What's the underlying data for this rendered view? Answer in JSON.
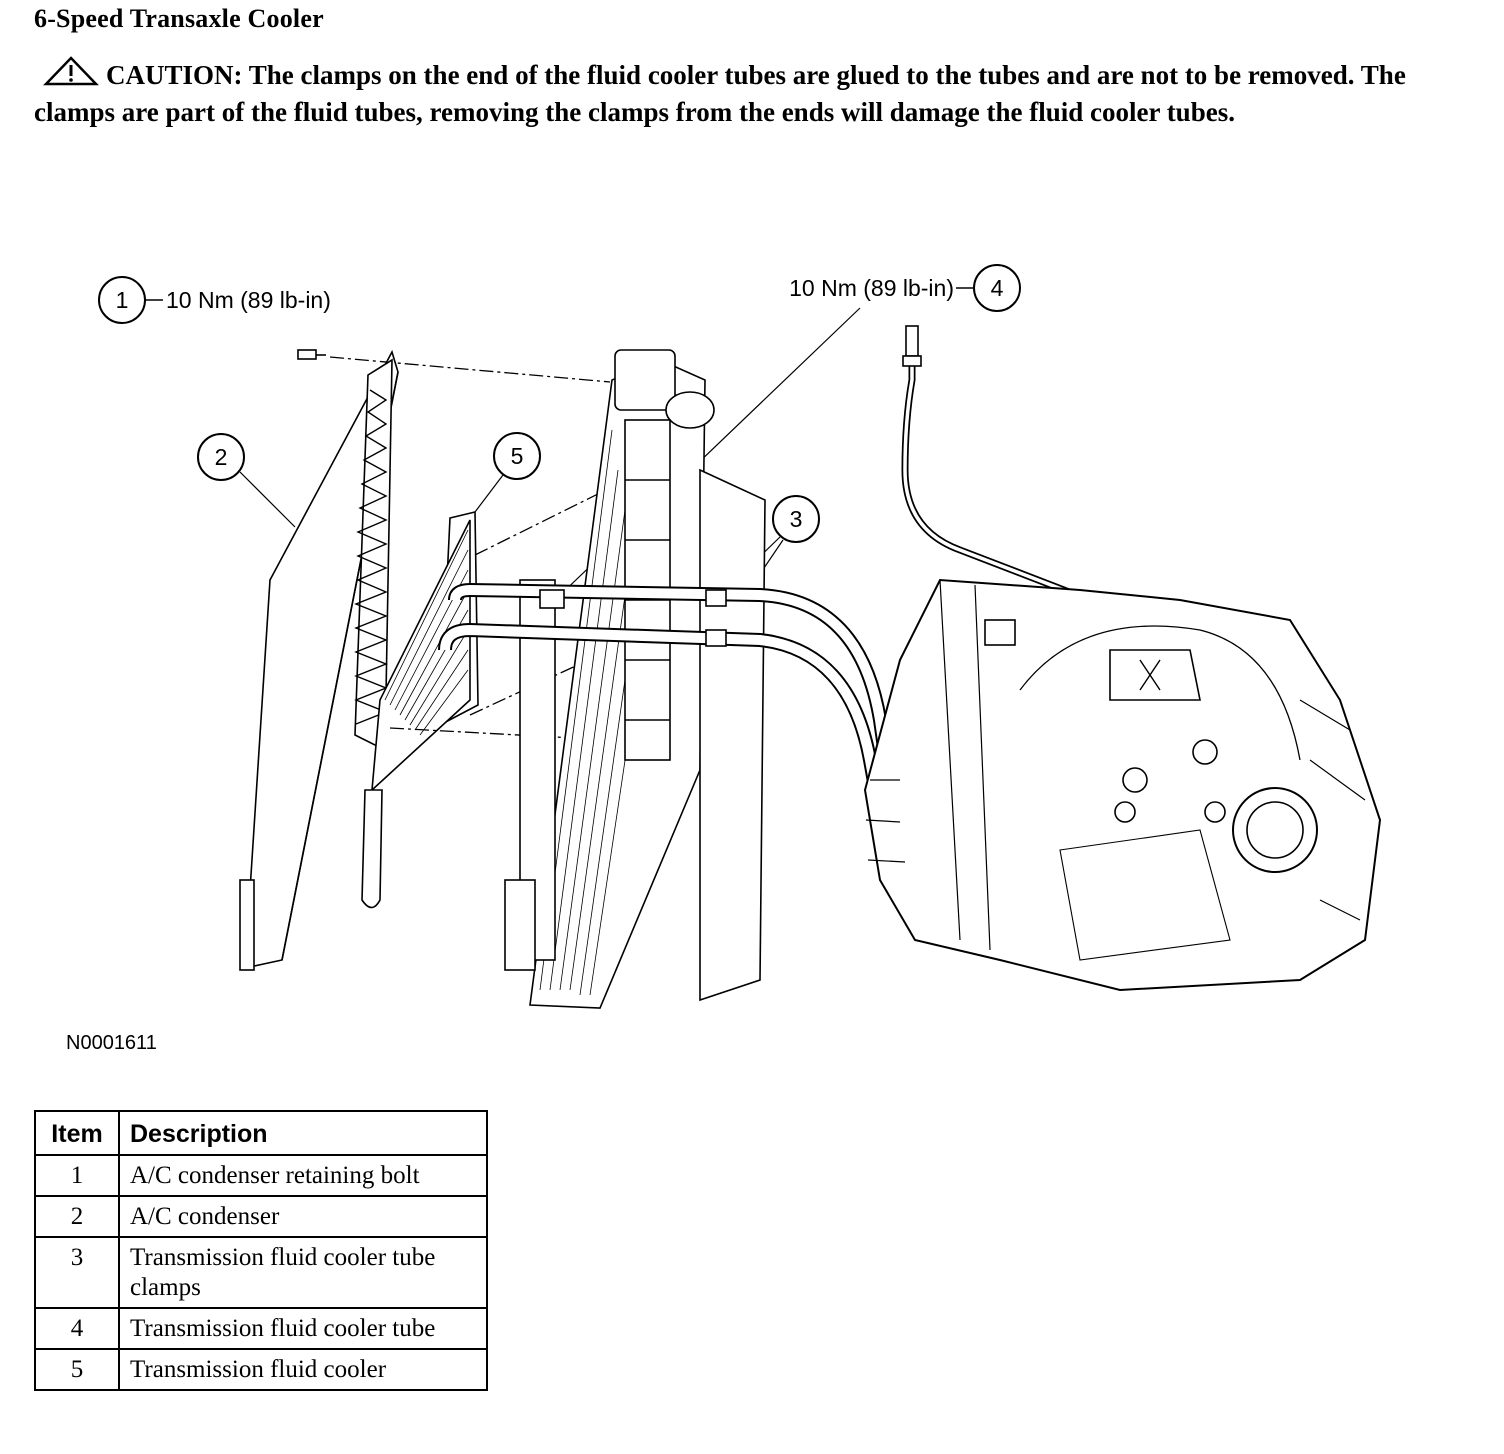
{
  "title": "6-Speed Transaxle Cooler",
  "caution": {
    "icon": "warning-triangle-icon",
    "label": "CAUTION:",
    "text": "The clamps on the end of the fluid cooler tubes are glued to the tubes and are not to be removed. The clamps are part of the fluid tubes, removing the clamps from the ends will damage the fluid cooler tubes."
  },
  "illustration": {
    "callouts": [
      {
        "number": "1",
        "torque": "10 Nm (89 lb-in)"
      },
      {
        "number": "2"
      },
      {
        "number": "3"
      },
      {
        "number": "4",
        "torque": "10 Nm (89 lb-in)"
      },
      {
        "number": "5"
      }
    ],
    "figure_number": "N0001611"
  },
  "legend": {
    "headers": {
      "item": "Item",
      "description": "Description"
    },
    "rows": [
      {
        "item": "1",
        "description": "A/C condenser retaining bolt"
      },
      {
        "item": "2",
        "description": "A/C condenser"
      },
      {
        "item": "3",
        "description": "Transmission fluid cooler tube clamps"
      },
      {
        "item": "4",
        "description": "Transmission fluid cooler tube"
      },
      {
        "item": "5",
        "description": "Transmission fluid cooler"
      }
    ]
  }
}
